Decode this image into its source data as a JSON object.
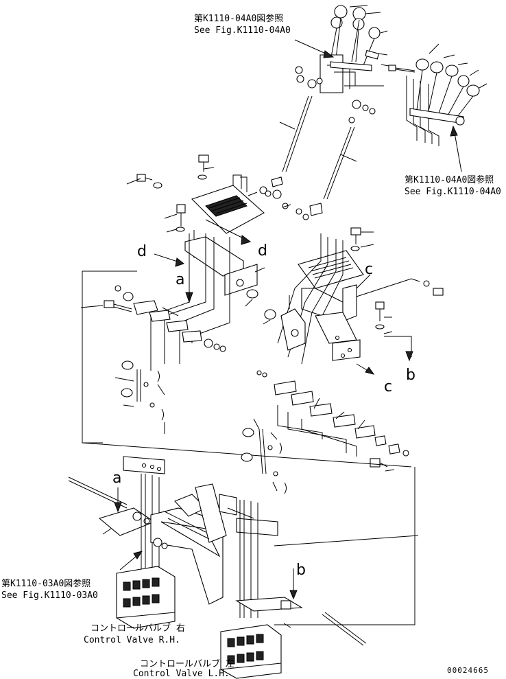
{
  "references": {
    "top": {
      "jp": "第K1110-04A0図参照",
      "en": "See Fig.K1110-04A0"
    },
    "right": {
      "jp": "第K1110-04A0図参照",
      "en": "See Fig.K1110-04A0"
    },
    "left": {
      "jp": "第K1110-03A0図参照",
      "en": "See Fig.K1110-03A0"
    }
  },
  "valves": {
    "right": {
      "jp": "コントロールバルブ 右",
      "en": "Control Valve R.H."
    },
    "left": {
      "jp": "コントロールバルブ 左",
      "en": "Control Valve L.H."
    }
  },
  "view_letters": {
    "d1": "d",
    "d2": "d",
    "a1": "a",
    "a2": "a",
    "c1": "c",
    "c2": "c",
    "b1": "b",
    "b2": "b"
  },
  "drawing_number": "00024665"
}
